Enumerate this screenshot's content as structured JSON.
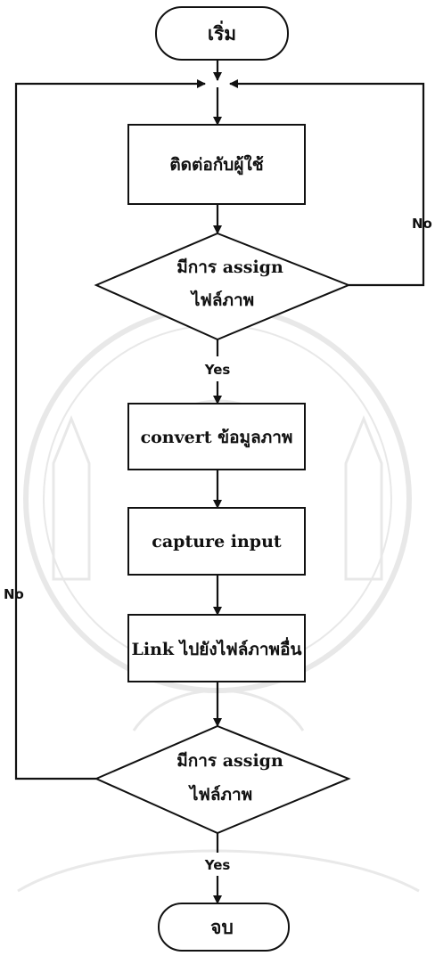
{
  "nodes": {
    "start": "เริ่ม",
    "contact_user": "ติดต่อกับผู้ใช้",
    "decision1_line1": "มีการ assign",
    "decision1_line2": "ไฟล์ภาพ",
    "convert": "convert ข้อมูลภาพ",
    "capture": "capture input",
    "link": "Link ไปยังไฟล์ภาพอื่น",
    "decision2_line1": "มีการ assign",
    "decision2_line2": "ไฟล์ภาพ",
    "end": "จบ"
  },
  "edges": {
    "no_right": "No",
    "yes1": "Yes",
    "no_left": "No",
    "yes2": "Yes"
  }
}
